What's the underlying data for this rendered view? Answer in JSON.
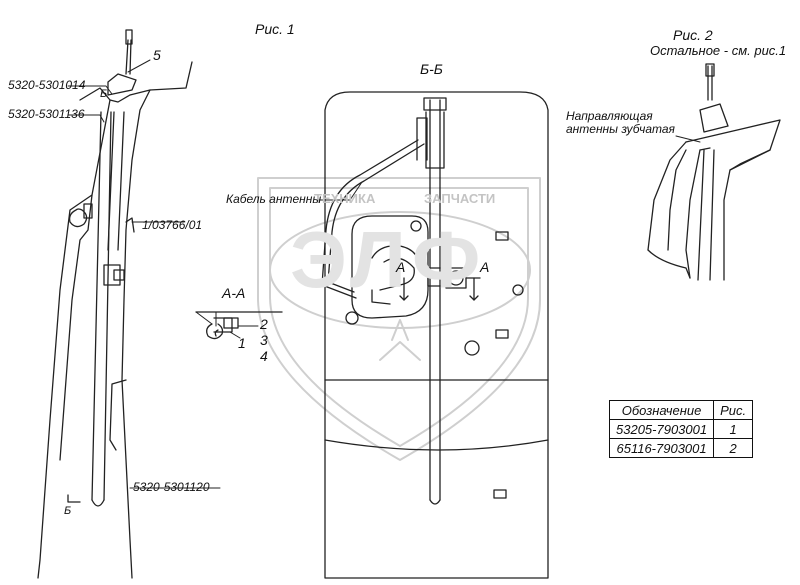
{
  "figures": {
    "fig1_title": "Рис. 1",
    "fig2_title": "Рис. 2",
    "fig2_note": "Остальное - см. рис.1",
    "section_bb": "Б-Б",
    "section_aa": "А-А"
  },
  "part_labels": {
    "p1": "5320-5301014",
    "p2": "5320-5301136",
    "p3": "1/03766/01",
    "p4": "5320-5301120",
    "cable": "Кабель антенны",
    "guide_line1": "Направляющая",
    "guide_line2": "антенны зубчатая"
  },
  "callouts": {
    "c5": "5",
    "b_top": "Б",
    "b_bottom": "Б",
    "a_left": "А",
    "a_right": "А",
    "n1": "1",
    "n2": "2",
    "n3": "3",
    "n4": "4"
  },
  "watermark": {
    "line1": "ТЕХНИКА",
    "line2": "ЗАПЧАСТИ",
    "logo": "ЭЛФ"
  },
  "table": {
    "headers": [
      "Обозначение",
      "Рис."
    ],
    "rows": [
      [
        "53205-7903001",
        "1"
      ],
      [
        "65116-7903001",
        "2"
      ]
    ]
  }
}
